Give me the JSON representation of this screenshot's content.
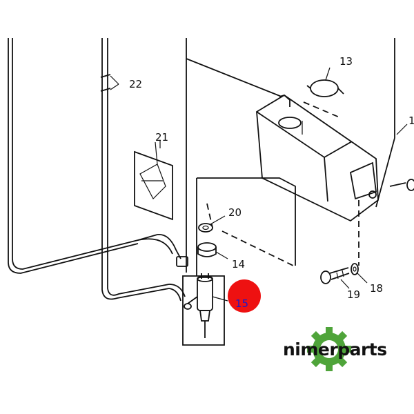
{
  "callouts": {
    "c13": "13",
    "c22": "22",
    "c21": "21",
    "c20": "20",
    "c14": "14",
    "c15": "15",
    "c19": "19",
    "c18": "18",
    "c1": "1"
  },
  "logo": {
    "brand_text": "nimerparts"
  },
  "colors": {
    "marker": "#ee1111",
    "gear": "#4fa43a",
    "callout_highlight": "#1a1acc",
    "line": "#111111"
  }
}
